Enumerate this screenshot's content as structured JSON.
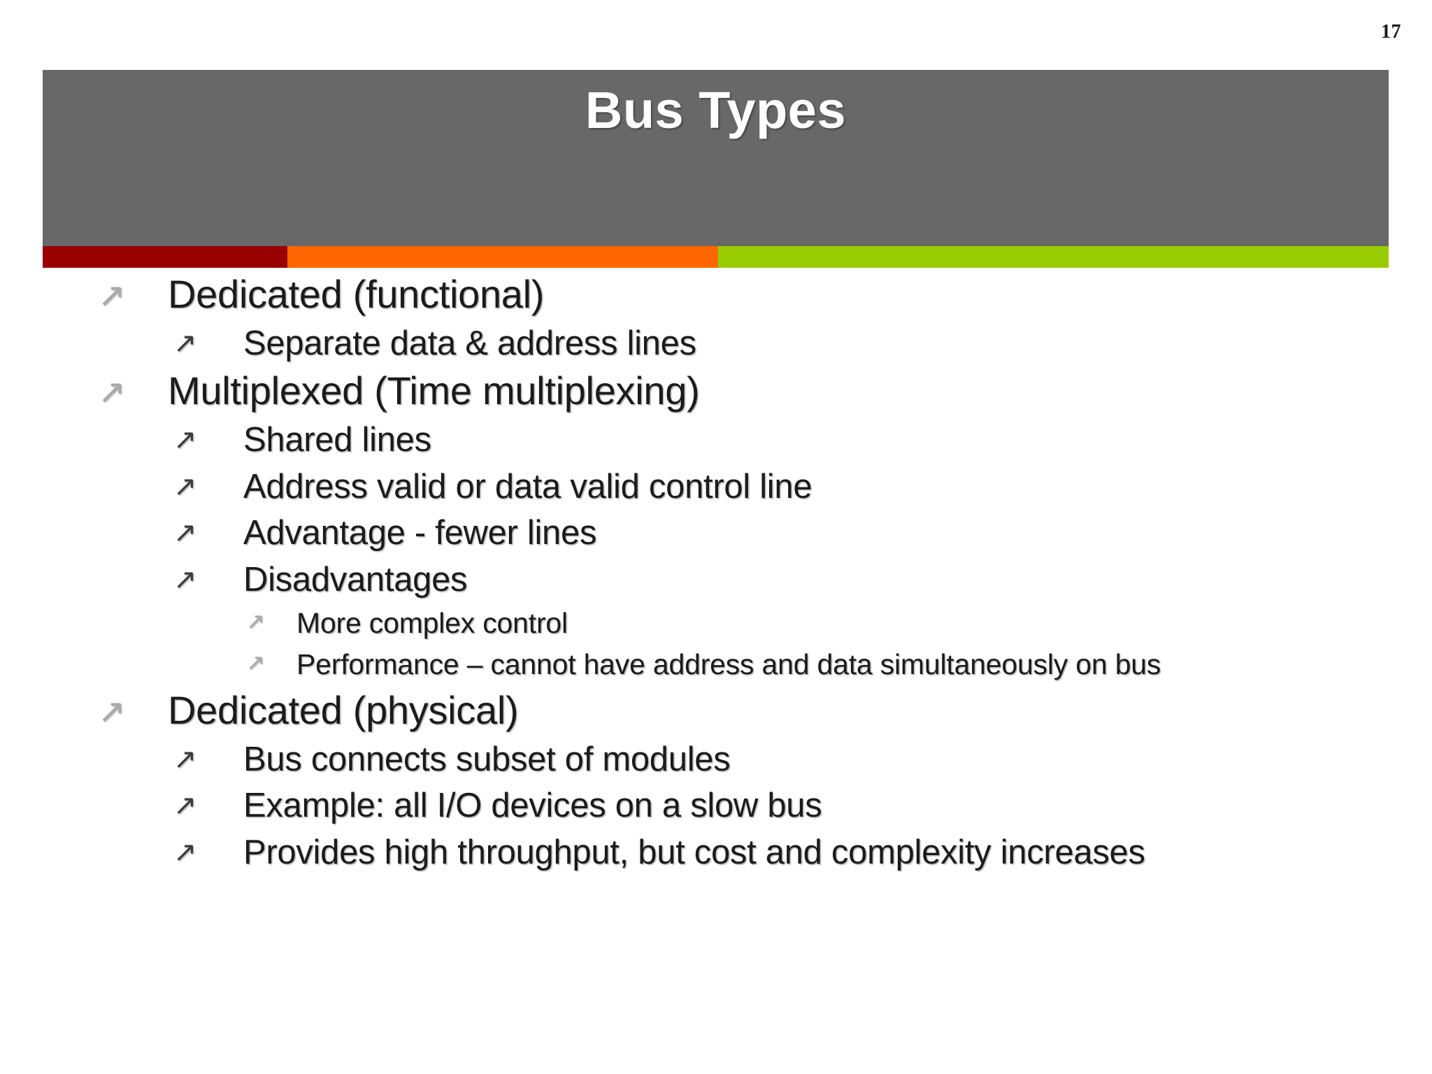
{
  "slide": {
    "number": "17",
    "title": "Bus Types",
    "colors": {
      "banner": "#686868",
      "stripe_red": "#990000",
      "stripe_orange": "#FF6600",
      "stripe_green": "#99CC00",
      "title_text": "#FFFFFF",
      "body_text": "#1B1B1B",
      "marker_light": "#A9A9A9",
      "marker_dark": "#3B3B3B",
      "background": "#FFFFFF"
    }
  },
  "markers": {
    "arrow": "↗"
  },
  "bullets": [
    {
      "level": 1,
      "marker_tone": "light",
      "text": "Dedicated (functional)"
    },
    {
      "level": 2,
      "marker_tone": "dark",
      "text": "Separate data & address lines"
    },
    {
      "level": 1,
      "marker_tone": "light",
      "text": "Multiplexed (Time multiplexing)"
    },
    {
      "level": 2,
      "marker_tone": "dark",
      "text": "Shared lines"
    },
    {
      "level": 2,
      "marker_tone": "dark",
      "text": "Address valid or data valid control line"
    },
    {
      "level": 2,
      "marker_tone": "dark",
      "text": "Advantage - fewer lines"
    },
    {
      "level": 2,
      "marker_tone": "dark",
      "text": "Disadvantages"
    },
    {
      "level": 3,
      "marker_tone": "light",
      "text": "More complex control"
    },
    {
      "level": 3,
      "marker_tone": "light",
      "text": "Performance – cannot have address and data simultaneously on bus"
    },
    {
      "level": 1,
      "marker_tone": "light",
      "text": "Dedicated (physical)"
    },
    {
      "level": 2,
      "marker_tone": "dark",
      "text": "Bus connects subset of modules"
    },
    {
      "level": 2,
      "marker_tone": "dark",
      "text": "Example: all I/O devices on a slow bus"
    },
    {
      "level": 2,
      "marker_tone": "dark",
      "text": "Provides high throughput, but cost and complexity increases"
    }
  ]
}
